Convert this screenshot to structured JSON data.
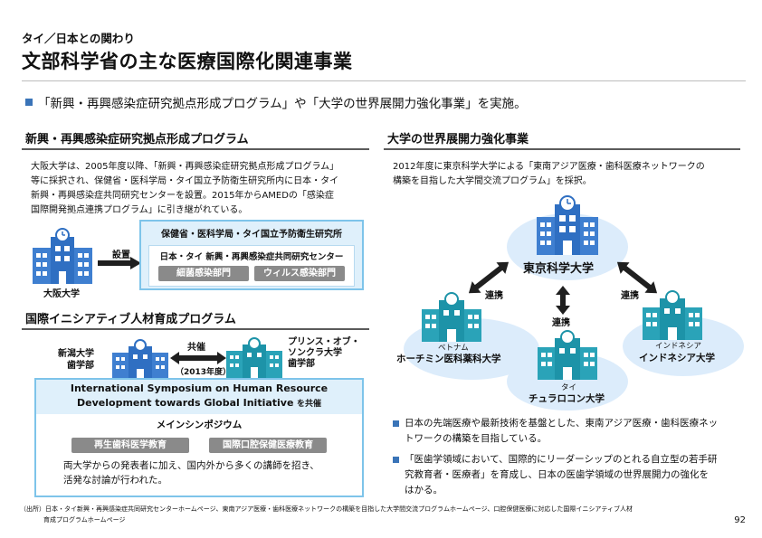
{
  "header": {
    "eyebrow": "タイ／日本との関わり",
    "title": "文部科学省の主な医療国際化関連事業",
    "lead": "「新興・再興感染症研究拠点形成プログラム」や「大学の世界展開力強化事業」を実施。"
  },
  "left": {
    "section1": {
      "heading": "新興・再興感染症研究拠点形成プログラム",
      "paragraph": [
        "大阪大学は、2005年度以降、「新興・再興感染症研究拠点形成プログラム」",
        "等に採択され、保健省・医科学局・タイ国立予防衛生研究所内に日本・タイ",
        "新興・再興感染症共同研究センターを設置。2015年からAMEDの「感染症",
        "国際開発拠点連携プログラム」に引き継がれている。"
      ],
      "osaka_label": "大阪大学",
      "arrow_label": "設置",
      "institute_title": "保健省・医科学局・タイ国立予防衛生研究所",
      "center_title": "日本・タイ 新興・再興感染症共同研究センター",
      "dept1": "細菌感染部門",
      "dept2": "ウィルス感染部門"
    },
    "section2": {
      "heading": "国際イニシアティブ人材育成プログラム",
      "niigata_label": [
        "新潟大学",
        "歯学部"
      ],
      "cohost_label": "共催",
      "year_label": "（2013年度）",
      "prince_label": [
        "プリンス・オブ・",
        "ソンクラ大学",
        "歯学部"
      ],
      "symposium_line1": "International Symposium on Human Resource",
      "symposium_line2": "Development towards Global Initiative",
      "cohost_suffix": "を共催",
      "main_symposium": "メインシンポジウム",
      "topic1": "再生歯科医学教育",
      "topic2": "国際口腔保健医療教育",
      "paragraph": [
        "両大学からの発表者に加え、国内外から多くの講師を招き、",
        "活発な討論が行われた。"
      ]
    }
  },
  "right": {
    "heading": "大学の世界展開力強化事業",
    "paragraph": [
      "2012年度に東京科学大学による「東南アジア医療・歯科医療ネットワークの",
      "構築を目指した大学間交流プログラム」を採択。"
    ],
    "hub": "東京科学大学",
    "link_label": "連携",
    "hcm_country": "ベトナム",
    "hcm_name": "ホーチミン医科薬科大学",
    "ind_country": "インドネシア",
    "ind_name": "インドネシア大学",
    "thai_country": "タイ",
    "thai_name": "チュラロコン大学",
    "bullets": [
      [
        "日本の先端医療や最新技術を基盤とした、東南アジア医療・歯科医療ネッ",
        "トワークの構築を目指している。"
      ],
      [
        "「医歯学領域において、国際的にリーダーシップのとれる自立型の若手研",
        "究教育者・医療者」を育成し、日本の医歯学領域の世界展開力の強化を",
        "はかる。"
      ]
    ]
  },
  "footer": {
    "source_line1": "（出所）日本・タイ新興・再興感染症共同研究センターホームページ、東南アジア医療・歯科医療ネットワークの構築を目指した大学間交流プログラムホームページ、口腔保健医療に対応した国際イニシアティブ人材",
    "source_line2": "育成プログラムホームページ",
    "page_number": "92"
  },
  "colors": {
    "accent_blue": "#3a74b8",
    "building_blue": "#3f7fd0",
    "building_teal": "#2aa3b8",
    "box_border": "#7ec4ea",
    "box_fill": "#dff0fb",
    "ellipse_fill": "#dcecfb",
    "pill_gray": "#8a8a8a"
  },
  "icons": [
    "building-icon",
    "clock-icon",
    "double-arrow-icon",
    "right-arrow-icon",
    "square-bullet-icon"
  ]
}
